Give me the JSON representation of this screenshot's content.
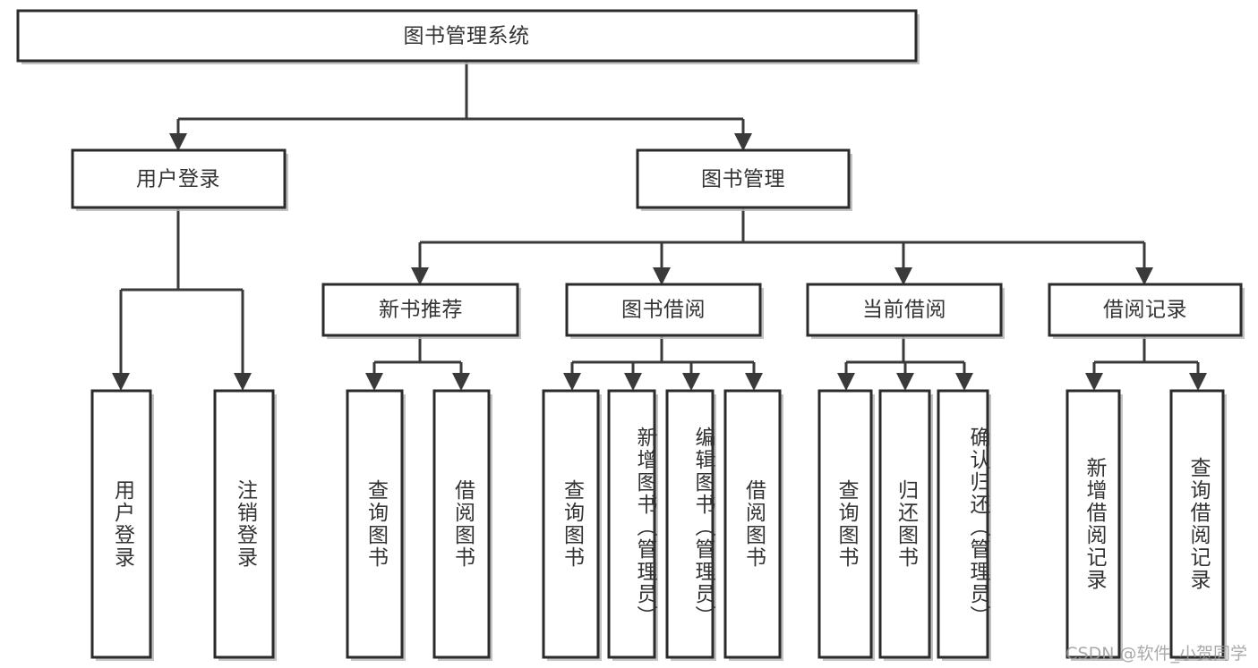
{
  "diagram": {
    "type": "tree",
    "title": "图书管理系统",
    "orientation": "top-down",
    "root": {
      "id": "root",
      "label": "图书管理系统",
      "level": 0
    },
    "level1": [
      {
        "id": "user-login",
        "label": "用户登录"
      },
      {
        "id": "book-manage",
        "label": "图书管理"
      }
    ],
    "level2": [
      {
        "id": "new-book-recommend",
        "label": "新书推荐",
        "parent": "book-manage"
      },
      {
        "id": "book-borrow",
        "label": "图书借阅",
        "parent": "book-manage"
      },
      {
        "id": "current-borrow",
        "label": "当前借阅",
        "parent": "book-manage"
      },
      {
        "id": "borrow-record",
        "label": "借阅记录",
        "parent": "book-manage"
      }
    ],
    "leaves": {
      "user-login": [
        {
          "id": "leaf-user-login",
          "label": "用户登录"
        },
        {
          "id": "leaf-logout",
          "label": "注销登录"
        }
      ],
      "new-book-recommend": [
        {
          "id": "leaf-query-book-1",
          "label": "查询图书"
        },
        {
          "id": "leaf-borrow-book-1",
          "label": "借阅图书"
        }
      ],
      "book-borrow": [
        {
          "id": "leaf-query-book-2",
          "label": "查询图书"
        },
        {
          "id": "leaf-add-book",
          "label": "新增图书（管理员）"
        },
        {
          "id": "leaf-edit-book",
          "label": "编辑图书（管理员）"
        },
        {
          "id": "leaf-borrow-book-2",
          "label": "借阅图书"
        }
      ],
      "current-borrow": [
        {
          "id": "leaf-query-book-3",
          "label": "查询图书"
        },
        {
          "id": "leaf-return-book",
          "label": "归还图书"
        },
        {
          "id": "leaf-confirm-return",
          "label": "确认归还（管理员）"
        }
      ],
      "borrow-record": [
        {
          "id": "leaf-add-record",
          "label": "新增借阅记录"
        },
        {
          "id": "leaf-query-record",
          "label": "查询借阅记录"
        }
      ]
    },
    "colors": {
      "background": "#ffffff",
      "box_fill": "#ffffff",
      "box_stroke": "#2b2b2b",
      "connector": "#3a3a3a",
      "text": "#333333",
      "watermark": "#9b9b9b"
    }
  },
  "watermark": {
    "text": "CSDN @软件_小贺同学"
  }
}
